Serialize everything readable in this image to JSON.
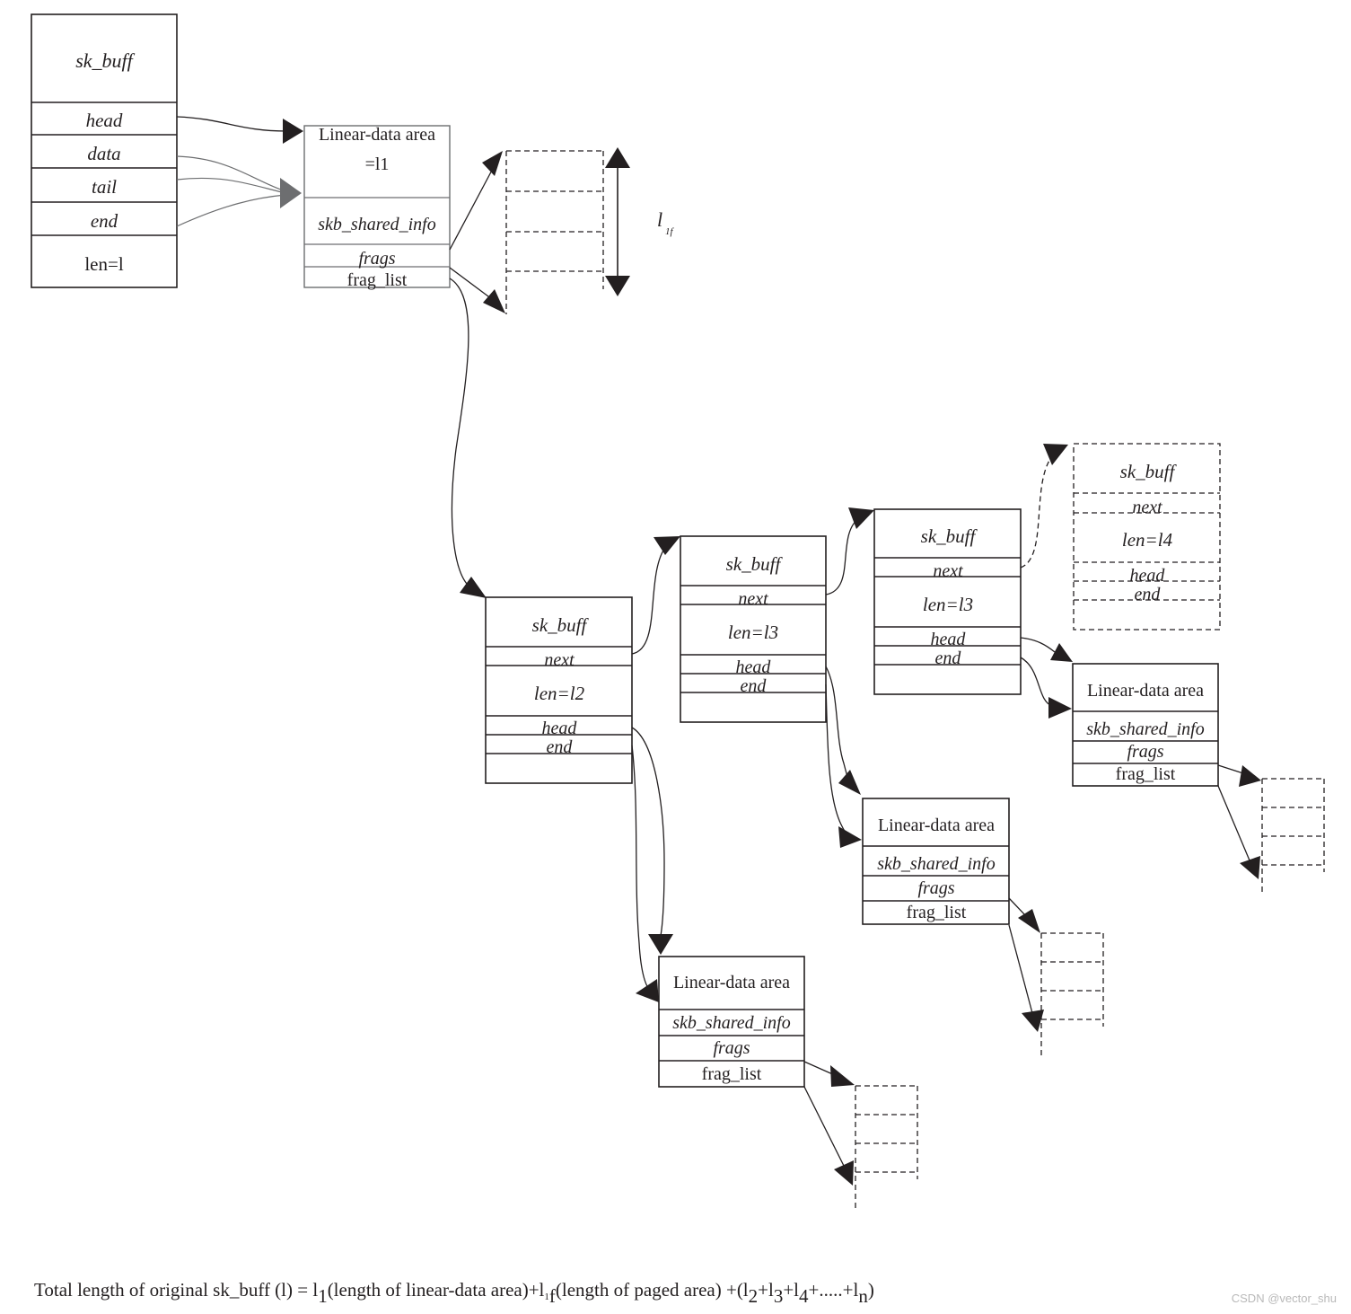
{
  "root": {
    "title": "sk_buff",
    "head": "head",
    "data": "data",
    "tail": "tail",
    "end": "end",
    "len": "len=l"
  },
  "linear1": {
    "title": "Linear-data area",
    "size": "=l1",
    "shinfo": "skb_shared_info",
    "frags": "frags",
    "frag_list": "frag_list"
  },
  "paged": {
    "label": "l",
    "label_sub": "1f"
  },
  "skb2": {
    "title": "sk_buff",
    "next": "next",
    "len": "len=l2",
    "head": "head",
    "end": "end"
  },
  "skb3": {
    "title": "sk_buff",
    "next": "next",
    "len": "len=l3",
    "head": "head",
    "end": "end"
  },
  "skb4": {
    "title": "sk_buff",
    "next": "next",
    "len": "len=l3",
    "head": "head",
    "end": "end"
  },
  "skb5": {
    "title": "sk_buff",
    "next": "next",
    "len": "len=l4",
    "head": "head",
    "end": "end"
  },
  "linear2": {
    "title": "Linear-data area",
    "shinfo": "skb_shared_info",
    "frags": "frags",
    "frag_list": "frag_list"
  },
  "linear3": {
    "title": "Linear-data area",
    "shinfo": "skb_shared_info",
    "frags": "frags",
    "frag_list": "frag_list"
  },
  "linear4": {
    "title": "Linear-data area",
    "shinfo": "skb_shared_info",
    "frags": "frags",
    "frag_list": "frag_list"
  },
  "caption": {
    "t1": "Total length of original sk_buff (l) = l",
    "s1": "1",
    "t2": "(length of linear-data area)+l",
    "s2a": "1",
    "s2b": "f",
    "t3": "(length of paged area) +(l",
    "s3": "2",
    "t4": "+l",
    "s4": "3",
    "t5": "+l",
    "s5": "4",
    "t6": "+.....+l",
    "s6": "n",
    "t7": ")"
  },
  "watermark": "CSDN @vector_shu"
}
